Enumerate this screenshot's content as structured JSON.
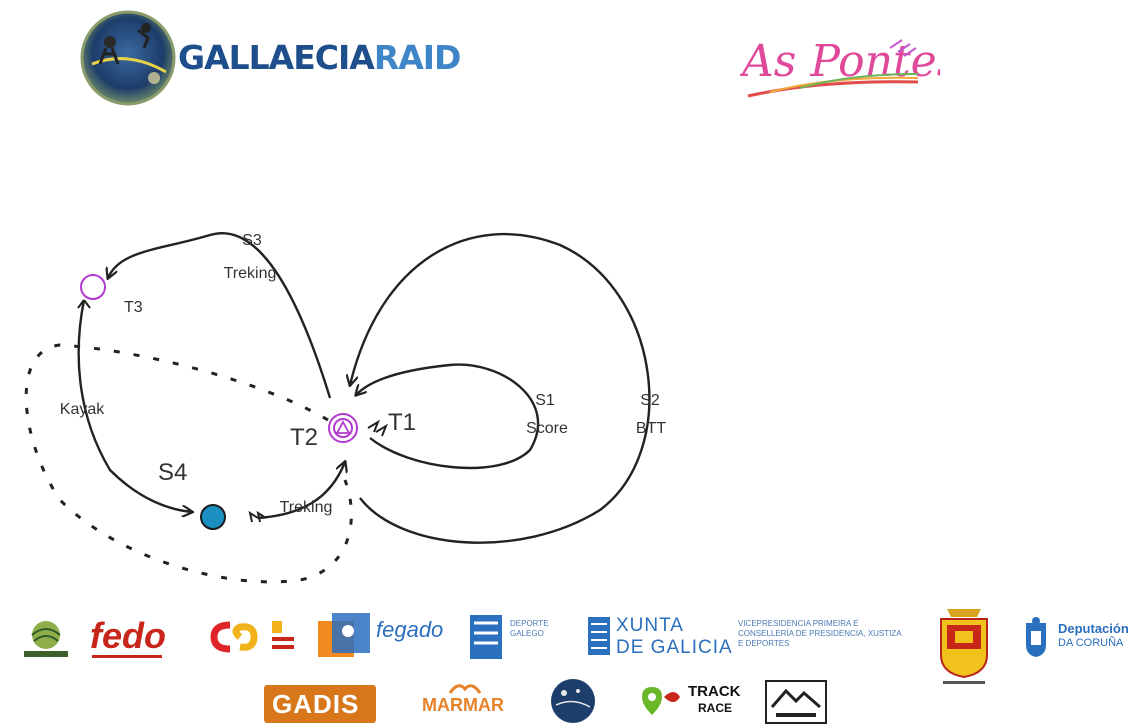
{
  "header": {
    "brand_part1": "GALLAECIA",
    "brand_part2": "RAID",
    "town_logo_text": "As Pontes"
  },
  "diagram": {
    "nodes": {
      "t1": "T1",
      "t2": "T2",
      "t3": "T3",
      "s4": "S4"
    },
    "segments": {
      "s1": {
        "code": "S1",
        "discipline": "Score"
      },
      "s2": {
        "code": "S2",
        "discipline": "BTT"
      },
      "s3": {
        "code": "S3",
        "discipline": "Treking"
      },
      "kayak": {
        "discipline": "Kayak"
      },
      "treking_final": {
        "discipline": "Treking"
      }
    }
  },
  "sponsors": {
    "fedo": "fedo",
    "fegado": "fegado",
    "deporte_galego": "DEPORTE GALEGO",
    "xunta_line1": "XUNTA",
    "xunta_line2": "DE GALICIA",
    "xunta_sub": "VICEPRESIDENCIA PRIMEIRA E CONSELLERÍA DE PRESIDENCIA, XUSTIZA E DEPORTES",
    "diputacion_line1": "Deputación",
    "diputacion_line2": "DA CORUÑA",
    "gadis": "GADIS",
    "marmar": "MARMAR",
    "track_line1": "TRACK",
    "track_line2": "RACE"
  },
  "colors": {
    "brand_dark": "#1e4f8c",
    "brand_light": "#3f86c8",
    "node_purple": "#b23ad0",
    "node_blue": "#1a8fc0",
    "fedo_red": "#c8261a",
    "gadis_orange": "#d8771a"
  }
}
